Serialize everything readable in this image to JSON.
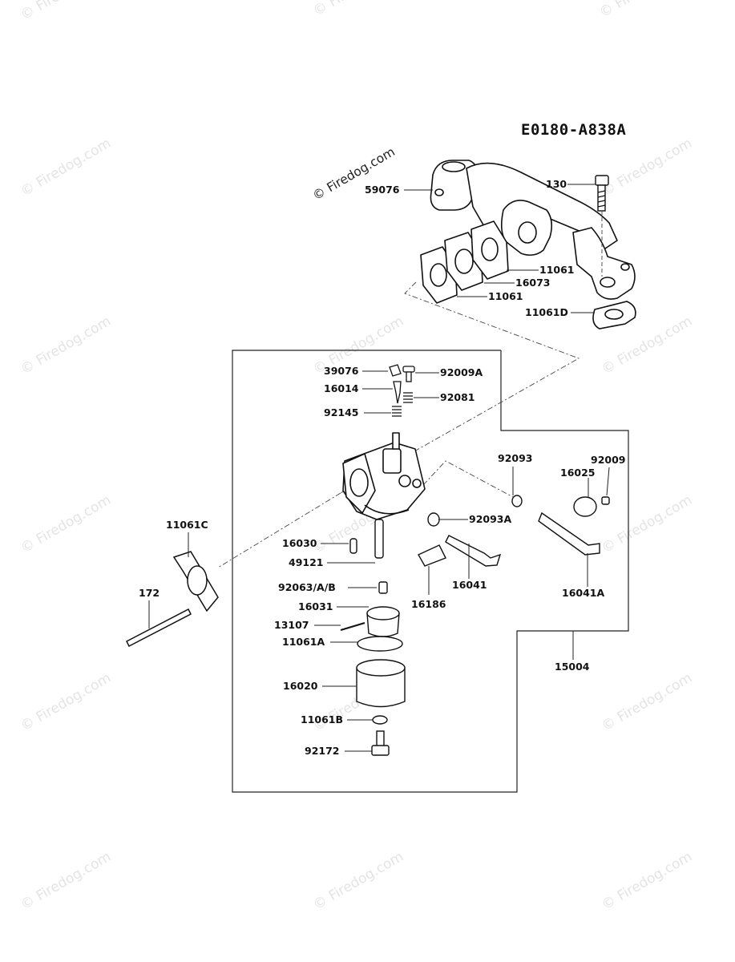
{
  "diagram": {
    "code": "E0180-A838A",
    "watermark": "© Firedog.com",
    "center_watermark": "© Firedog.com"
  },
  "parts": [
    {
      "id": "p59076",
      "label": "59076"
    },
    {
      "id": "p130",
      "label": "130"
    },
    {
      "id": "p11061-upper",
      "label": "11061"
    },
    {
      "id": "p16073",
      "label": "16073"
    },
    {
      "id": "p11061-lower",
      "label": "11061"
    },
    {
      "id": "p11061D",
      "label": "11061D"
    },
    {
      "id": "p39076",
      "label": "39076"
    },
    {
      "id": "p92009A",
      "label": "92009A"
    },
    {
      "id": "p16014",
      "label": "16014"
    },
    {
      "id": "p92081",
      "label": "92081"
    },
    {
      "id": "p92145",
      "label": "92145"
    },
    {
      "id": "p92093",
      "label": "92093"
    },
    {
      "id": "p92009",
      "label": "92009"
    },
    {
      "id": "p16025",
      "label": "16025"
    },
    {
      "id": "p11061C",
      "label": "11061C"
    },
    {
      "id": "p92093A",
      "label": "92093A"
    },
    {
      "id": "p16030",
      "label": "16030"
    },
    {
      "id": "p49121",
      "label": "49121"
    },
    {
      "id": "p16041",
      "label": "16041"
    },
    {
      "id": "p16186",
      "label": "16186"
    },
    {
      "id": "p16041A",
      "label": "16041A"
    },
    {
      "id": "p172",
      "label": "172"
    },
    {
      "id": "p92063",
      "label": "92063/A/B"
    },
    {
      "id": "p16031",
      "label": "16031"
    },
    {
      "id": "p13107",
      "label": "13107"
    },
    {
      "id": "p11061A",
      "label": "11061A"
    },
    {
      "id": "p15004",
      "label": "15004"
    },
    {
      "id": "p16020",
      "label": "16020"
    },
    {
      "id": "p11061B",
      "label": "11061B"
    },
    {
      "id": "p92172",
      "label": "92172"
    }
  ]
}
